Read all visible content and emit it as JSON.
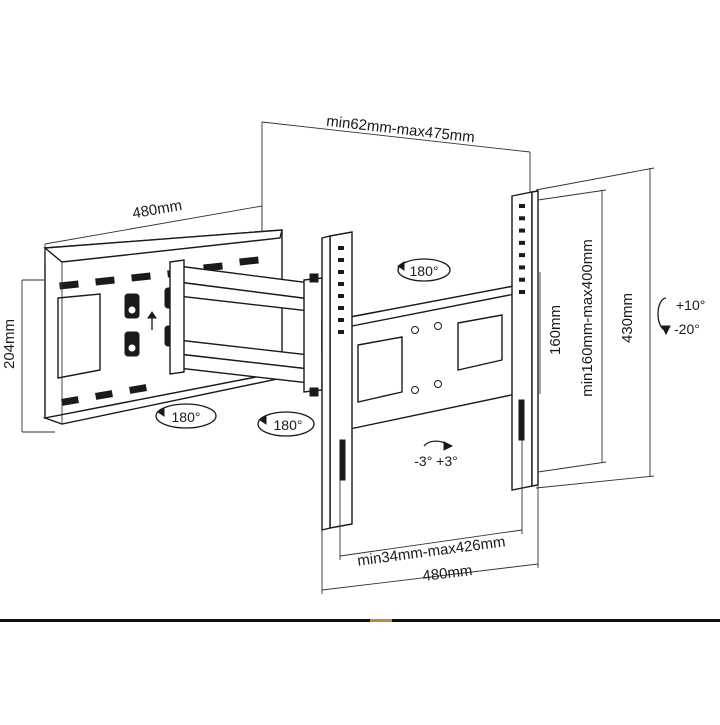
{
  "dimensions": {
    "top_span": "min62mm-max475mm",
    "wall_width": "480mm",
    "wall_height": "204mm",
    "vesa_vertical_min": "160mm",
    "vesa_vertical_range": "min160mm-max400mm",
    "plate_height": "430mm",
    "vesa_horizontal_range": "min34mm-max426mm",
    "plate_width": "480mm"
  },
  "rotations": {
    "arm_swivel_top": "180°",
    "arm_swivel_left": "180°",
    "arm_swivel_right": "180°",
    "roll": "-3° +3°",
    "tilt_up": "+10°",
    "tilt_down": "-20°"
  },
  "colors": {
    "line": "#1a1a1a",
    "bottom_bar": "#111111",
    "bottom_accent": "#c8823c"
  }
}
